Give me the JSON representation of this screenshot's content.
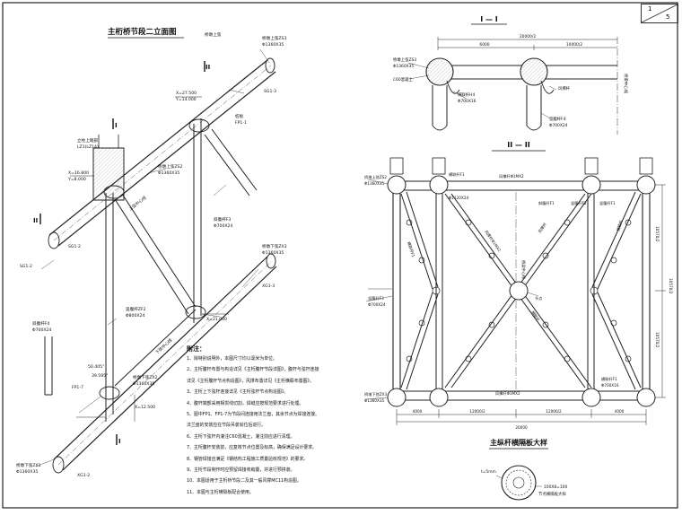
{
  "page": {
    "current": "1",
    "total": "5"
  },
  "views": {
    "elevation_title": "主桁桥节段二立面图",
    "section_i_title": "I — I",
    "section_ii_title": "II — II",
    "detail_title": "主纵杆横隔板大样",
    "section_marks": [
      "II",
      "I",
      "I",
      "II"
    ]
  },
  "elevation_labels": [
    {
      "id": "chord-top-zs3",
      "text": "桥墩上弦ZS3"
    },
    {
      "id": "chord-top-zs3-size",
      "text": "Φ1360X35"
    },
    {
      "id": "sg3",
      "text": "SG1-3"
    },
    {
      "id": "el-27500",
      "text": "X=27.500"
    },
    {
      "id": "el-27500-b",
      "text": "Y=14.000"
    },
    {
      "id": "gusset-fp1",
      "text": "桩板"
    },
    {
      "id": "fp1",
      "text": "FP1-1"
    },
    {
      "id": "lz1",
      "text": "立柱上端部"
    },
    {
      "id": "lz1b",
      "text": "LZ1(LZ14)"
    },
    {
      "id": "el-16800",
      "text": "X=16.800"
    },
    {
      "id": "el-16800-b",
      "text": "Y=8.000"
    },
    {
      "id": "chord-zs2",
      "text": "桥墩上弦ZS2"
    },
    {
      "id": "chord-zs2-size",
      "text": "Φ1360X35"
    },
    {
      "id": "diag-f3",
      "text": "斜腹杆F3"
    },
    {
      "id": "diag-f3-size",
      "text": "Φ700X24"
    },
    {
      "id": "sg2",
      "text": "SG1-2"
    },
    {
      "id": "chord-zx3",
      "text": "桥墩下弦ZX3"
    },
    {
      "id": "chord-zx3-size",
      "text": "Φ1360X35"
    },
    {
      "id": "xg3",
      "text": "XG1-3"
    },
    {
      "id": "web-zf2",
      "text": "竖腹杆ZF2"
    },
    {
      "id": "web-zf2-size",
      "text": "Φ800X24"
    },
    {
      "id": "el-21000",
      "text": "X=21.000"
    },
    {
      "id": "diag-f4",
      "text": "斜腹杆F4"
    },
    {
      "id": "diag-f4-size",
      "text": "Φ700X24"
    },
    {
      "id": "fp7",
      "text": "FP1-7"
    },
    {
      "id": "chord-zx2",
      "text": "桥墩下弦ZX2"
    },
    {
      "id": "chord-zx2-size",
      "text": "Φ1360X35"
    },
    {
      "id": "el-12500",
      "text": "X=12.500"
    },
    {
      "id": "chord-zx1",
      "text": "桥墩下弦ZX1"
    },
    {
      "id": "chord-zx1-size",
      "text": "Φ1360X35"
    },
    {
      "id": "xg1",
      "text": "XG1-2"
    },
    {
      "id": "chord-top-label",
      "text": "上弦中心线"
    },
    {
      "id": "chord-bot-label",
      "text": "下弦中心线"
    },
    {
      "id": "angle-1",
      "text": "50.405°"
    },
    {
      "id": "angle-2",
      "text": "39.595°"
    },
    {
      "id": "sg1-note",
      "text": "SG1-2"
    },
    {
      "id": "top-left-ann",
      "text": "桥墩上弦"
    }
  ],
  "section_i_labels": [
    {
      "id": "dim-total",
      "text": "20000/2"
    },
    {
      "id": "dim-left",
      "text": "6000"
    },
    {
      "id": "dim-right",
      "text": "10000/2"
    },
    {
      "id": "chord-label",
      "text": "桥墩上弦ZS3"
    },
    {
      "id": "chord-size",
      "text": "Φ1360X35"
    },
    {
      "id": "c60",
      "text": "C60混凝土"
    },
    {
      "id": "brace",
      "text": "横联杆H4"
    },
    {
      "id": "brace-size",
      "text": "Φ700X16"
    },
    {
      "id": "wind-brace",
      "text": "风撑杆"
    },
    {
      "id": "web-label",
      "text": "竖腹杆F4"
    },
    {
      "id": "web-size",
      "text": "Φ700X24"
    },
    {
      "id": "centerline",
      "text": "桥梁中心线"
    }
  ],
  "section_ii_labels": [
    {
      "id": "top-left-chord",
      "text": "桥墩上弦ZS2"
    },
    {
      "id": "top-left-size",
      "text": "Φ1360X35"
    },
    {
      "id": "brace-1",
      "text": "横联杆F1"
    },
    {
      "id": "brace-1-size",
      "text": "Φ1120X24"
    },
    {
      "id": "top-h-label",
      "text": "风撑杆Φ1MX2"
    },
    {
      "id": "diag-label-1",
      "text": "斜腹杆F1"
    },
    {
      "id": "diag-label-2",
      "text": "竖腹杆F2"
    },
    {
      "id": "diag-label-3",
      "text": "竖腹杆F1"
    },
    {
      "id": "diag-label-4",
      "text": "风撑杆Φ1MX2"
    },
    {
      "id": "diag-label-5",
      "text": "横联杆"
    },
    {
      "id": "diag-label-6",
      "text": "风撑杆"
    },
    {
      "id": "diag-label-7",
      "text": "横联杆F1"
    },
    {
      "id": "diag-label-8",
      "text": "横联杆"
    },
    {
      "id": "center-label",
      "text": "桥梁中心线"
    },
    {
      "id": "web-3",
      "text": "竖腹杆F3"
    },
    {
      "id": "web-3-size",
      "text": "Φ700X24"
    },
    {
      "id": "bot-left-chord",
      "text": "桥墩下弦ZX3"
    },
    {
      "id": "bot-left-size",
      "text": "Φ1360X35"
    },
    {
      "id": "node-label",
      "text": "节点"
    },
    {
      "id": "bottom-brace",
      "text": "风撑杆Φ1MX2"
    },
    {
      "id": "bottom-brace-2",
      "text": "横联杆F1"
    },
    {
      "id": "bottom-brace-size",
      "text": "Φ700X16"
    },
    {
      "id": "side-dim-1",
      "text": "10570/2"
    },
    {
      "id": "side-dim-2",
      "text": "10570/2"
    },
    {
      "id": "side-dim-total",
      "text": "10570/2"
    },
    {
      "id": "dim-a",
      "text": "4000"
    },
    {
      "id": "dim-b",
      "text": "12000/2"
    },
    {
      "id": "dim-c",
      "text": "12000/2"
    },
    {
      "id": "dim-d",
      "text": "4000"
    },
    {
      "id": "dim-total",
      "text": "20000"
    }
  ],
  "detail_labels": [
    {
      "id": "thickness",
      "text": "t=5mm"
    },
    {
      "id": "spacing",
      "text": "100X8=100"
    },
    {
      "id": "plate",
      "text": "节点横隔板大样"
    }
  ],
  "notes": {
    "heading": "附注：",
    "lines": [
      "1、除特别说明外，本图尺寸均以毫米为单位。",
      "2、主桁腹杆布置与构造详见《主桁腹杆节段详图》，腹杆与弦杆连接",
      "   详见《主桁腹杆节点构造图》，风撑布置详见《主桁横联布置图》。",
      "3、主桁上下弦杆连接详见《主桁弦杆节点构造图》。",
      "4、腹杆端部采用相贯线切割，焊缝应按规范要求进行处理。",
      "5、图中FP1、FP1-7为节段间连接用法兰盘，其余节点为焊接连接。",
      "   法兰盘的安装应在节段吊装就位后进行。",
      "6、主桁下弦杆内灌注C60混凝土，灌注前应进行清理。",
      "7、主桁腹杆安装前，应复核节点位置及标高，确保满足设计要求。",
      "8、钢管焊接应满足《钢结构工程施工质量验收规范》的要求。",
      "9、主桁节段制作时应预留焊接收缩量，并进行预拼装。",
      "10、本图适用于主桁桥节段二及其一般风撑MC11构造图。",
      "11、本图与主桁横隔板配合使用。"
    ]
  }
}
